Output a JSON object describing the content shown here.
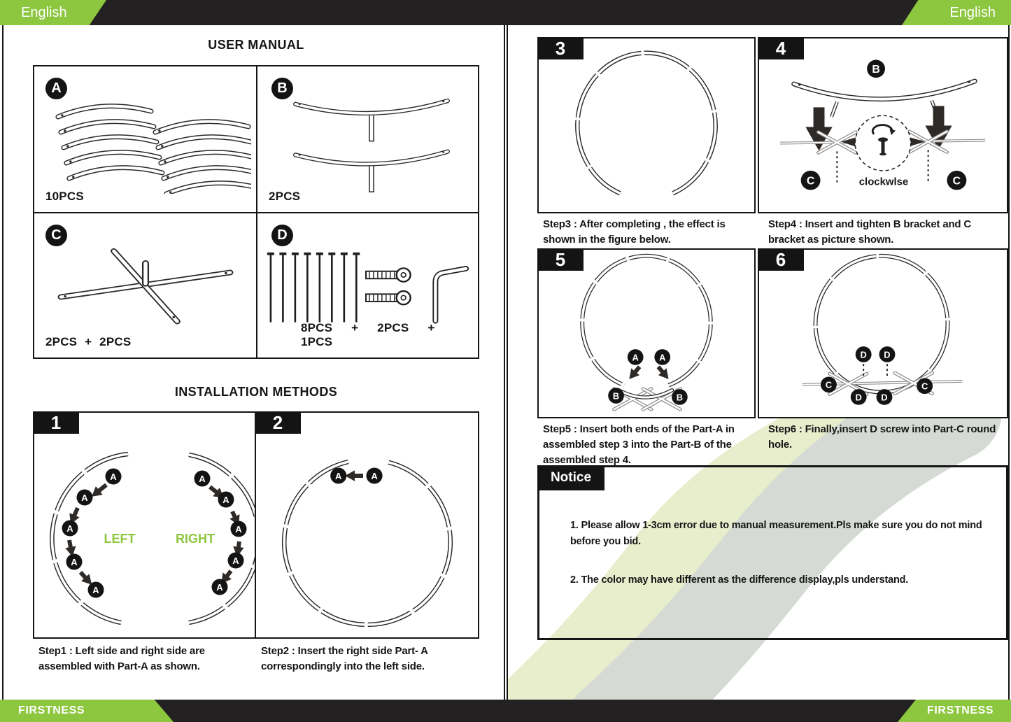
{
  "banners": {
    "language": "English",
    "brand": "FIRSTNESS"
  },
  "labels": {
    "a": "A",
    "b": "B",
    "c": "C",
    "d": "D",
    "left": "LEFT",
    "right": "RIGHT",
    "clockwise": "clockwlse"
  },
  "left_page": {
    "title": "USER MANUAL",
    "parts": [
      {
        "id": "A",
        "qty": "10PCS"
      },
      {
        "id": "B",
        "qty": "2PCS"
      },
      {
        "id": "C",
        "qty": "2PCS + 2PCS"
      },
      {
        "id": "D",
        "qty": "8PCS + 2PCS + 1PCS"
      }
    ],
    "section_title": "INSTALLATION METHODS",
    "panel1_num": "1",
    "panel2_num": "2",
    "step1": "Step1 : Left side and right side are assembled with Part-A as shown.",
    "step2": "Step2 : Insert the right side Part- A correspondingly into the left side."
  },
  "right_page": {
    "panel3_num": "3",
    "panel4_num": "4",
    "panel5_num": "5",
    "panel6_num": "6",
    "step3": "Step3 : After completing , the effect is shown in the figure below.",
    "step4": "Step4 : Insert and tighten B bracket and C bracket as picture shown.",
    "step5": "Step5 : Insert both ends of the Part-A in assembled step 3 into the Part-B of the assembled step 4.",
    "step6": "Step6 : Finally,insert D screw into Part-C round hole.",
    "notice_title": "Notice",
    "notice_items": [
      "1. Please allow 1-3cm error due to manual  measurement.Pls make sure you do not mind before you bid.",
      "2. The color may have different as the difference display,pls understand."
    ]
  },
  "colors": {
    "accent_green": "#8dc63f",
    "bar_black": "#232121",
    "swoosh_green": "#e8edcc",
    "swoosh_gray": "#d5dad4",
    "arrow_dark": "#2e2a27"
  }
}
